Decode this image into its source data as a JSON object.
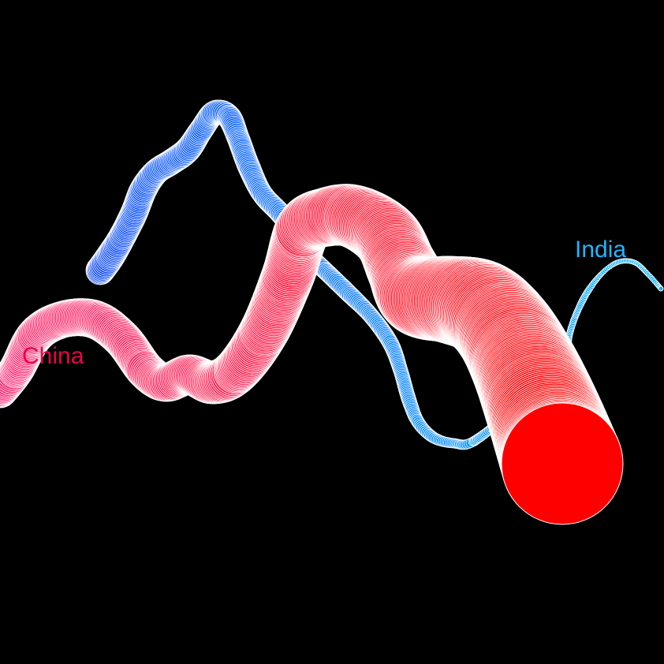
{
  "chart_data": {
    "type": "scatter",
    "title": "",
    "xlabel": "",
    "ylabel": "",
    "grid": false,
    "background": "#000000",
    "series": [
      {
        "name": "India",
        "color_start": "#0040ff",
        "color_end": "#00b4ff",
        "label_color": "#1fb6ff",
        "points": [
          {
            "x": 127,
            "y": 343,
            "size": 18
          },
          {
            "x": 140,
            "y": 325,
            "size": 18
          },
          {
            "x": 155,
            "y": 300,
            "size": 17
          },
          {
            "x": 170,
            "y": 270,
            "size": 17
          },
          {
            "x": 182,
            "y": 240,
            "size": 17
          },
          {
            "x": 198,
            "y": 218,
            "size": 16
          },
          {
            "x": 218,
            "y": 205,
            "size": 16
          },
          {
            "x": 238,
            "y": 190,
            "size": 16
          },
          {
            "x": 255,
            "y": 165,
            "size": 15
          },
          {
            "x": 272,
            "y": 143,
            "size": 15
          },
          {
            "x": 290,
            "y": 148,
            "size": 15
          },
          {
            "x": 302,
            "y": 175,
            "size": 14
          },
          {
            "x": 315,
            "y": 210,
            "size": 14
          },
          {
            "x": 332,
            "y": 245,
            "size": 13
          },
          {
            "x": 355,
            "y": 270,
            "size": 13
          },
          {
            "x": 375,
            "y": 295,
            "size": 12
          },
          {
            "x": 393,
            "y": 325,
            "size": 12
          },
          {
            "x": 412,
            "y": 343,
            "size": 11
          },
          {
            "x": 440,
            "y": 370,
            "size": 11
          },
          {
            "x": 470,
            "y": 400,
            "size": 10
          },
          {
            "x": 495,
            "y": 435,
            "size": 10
          },
          {
            "x": 508,
            "y": 470,
            "size": 9
          },
          {
            "x": 518,
            "y": 505,
            "size": 9
          },
          {
            "x": 530,
            "y": 535,
            "size": 8
          },
          {
            "x": 550,
            "y": 555,
            "size": 7
          },
          {
            "x": 575,
            "y": 562,
            "size": 6
          },
          {
            "x": 600,
            "y": 560,
            "size": 6
          },
          {
            "x": 650,
            "y": 520,
            "size": 5
          },
          {
            "x": 700,
            "y": 470,
            "size": 4
          },
          {
            "x": 718,
            "y": 448,
            "size": 4
          },
          {
            "x": 722,
            "y": 425,
            "size": 4
          },
          {
            "x": 730,
            "y": 400,
            "size": 4
          },
          {
            "x": 745,
            "y": 370,
            "size": 4
          },
          {
            "x": 765,
            "y": 345,
            "size": 3
          },
          {
            "x": 785,
            "y": 332,
            "size": 3
          },
          {
            "x": 805,
            "y": 333,
            "size": 3
          },
          {
            "x": 822,
            "y": 348,
            "size": 3
          },
          {
            "x": 838,
            "y": 366,
            "size": 3
          }
        ]
      },
      {
        "name": "China",
        "color_start": "#ff2070",
        "color_end": "#ff0000",
        "label_color": "#e8004c",
        "points": [
          {
            "x": 0,
            "y": 495,
            "size": 22
          },
          {
            "x": 20,
            "y": 470,
            "size": 22
          },
          {
            "x": 45,
            "y": 425,
            "size": 23
          },
          {
            "x": 80,
            "y": 405,
            "size": 23
          },
          {
            "x": 120,
            "y": 405,
            "size": 24
          },
          {
            "x": 155,
            "y": 430,
            "size": 24
          },
          {
            "x": 185,
            "y": 470,
            "size": 24
          },
          {
            "x": 210,
            "y": 485,
            "size": 24
          },
          {
            "x": 240,
            "y": 475,
            "size": 25
          },
          {
            "x": 270,
            "y": 485,
            "size": 27
          },
          {
            "x": 300,
            "y": 470,
            "size": 29
          },
          {
            "x": 335,
            "y": 420,
            "size": 31
          },
          {
            "x": 365,
            "y": 350,
            "size": 33
          },
          {
            "x": 385,
            "y": 290,
            "size": 35
          },
          {
            "x": 415,
            "y": 275,
            "size": 37
          },
          {
            "x": 450,
            "y": 275,
            "size": 40
          },
          {
            "x": 490,
            "y": 300,
            "size": 43
          },
          {
            "x": 510,
            "y": 340,
            "size": 45
          },
          {
            "x": 530,
            "y": 375,
            "size": 50
          },
          {
            "x": 570,
            "y": 380,
            "size": 55
          },
          {
            "x": 610,
            "y": 390,
            "size": 60
          },
          {
            "x": 640,
            "y": 420,
            "size": 63
          },
          {
            "x": 665,
            "y": 465,
            "size": 67
          },
          {
            "x": 688,
            "y": 520,
            "size": 72
          },
          {
            "x": 713,
            "y": 588,
            "size": 77
          }
        ]
      }
    ]
  }
}
